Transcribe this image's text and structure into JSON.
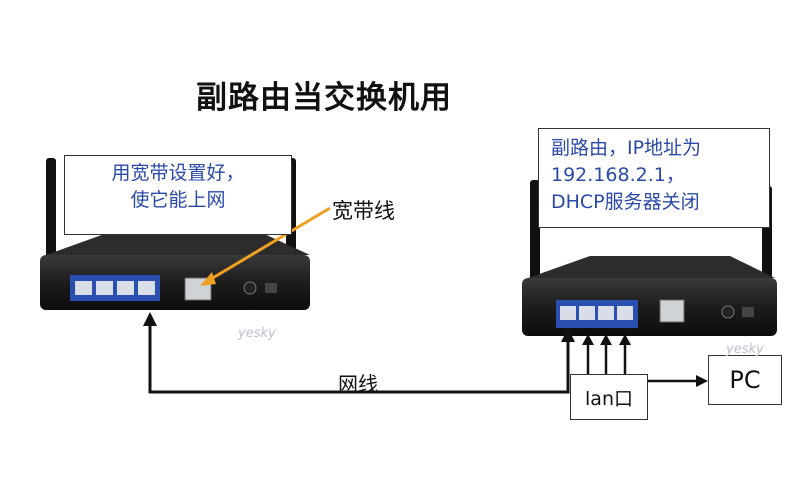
{
  "title": "副路由当交换机用",
  "left_callout": {
    "line1": "用宽带设置好，",
    "line2": "使它能上网"
  },
  "right_callout": {
    "line1": "副路由，IP地址为",
    "line2": "192.168.2.1，",
    "line3": "DHCP服务器关闭"
  },
  "labels": {
    "broadband_cable": "宽带线",
    "network_cable": "网线",
    "lan_port": "lan口",
    "pc": "PC"
  },
  "watermarks": [
    "yesky",
    "yesky"
  ],
  "colors": {
    "arrow_orange": "#f0a020",
    "callout_text": "#2b4aa8",
    "port_blue": "#2a4fb0"
  }
}
